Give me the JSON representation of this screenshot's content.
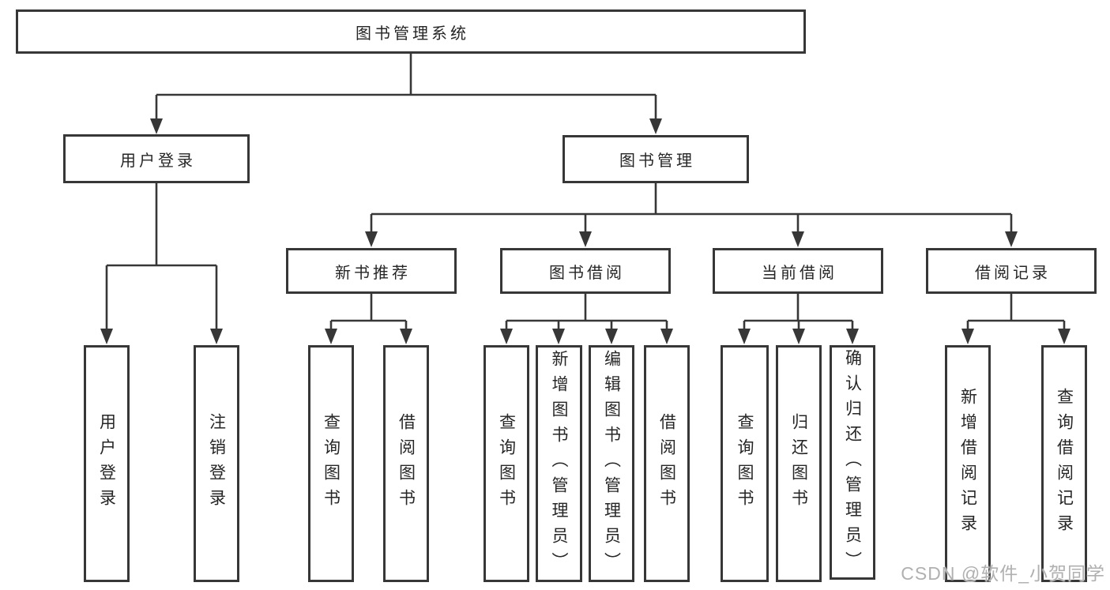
{
  "diagram_title": "图书管理系统",
  "tree": {
    "label": "图书管理系统",
    "children": [
      {
        "label": "用户登录",
        "children": [
          {
            "label": "用户登录"
          },
          {
            "label": "注销登录"
          }
        ]
      },
      {
        "label": "图书管理",
        "children": [
          {
            "label": "新书推荐",
            "children": [
              {
                "label": "查询图书"
              },
              {
                "label": "借阅图书"
              }
            ]
          },
          {
            "label": "图书借阅",
            "children": [
              {
                "label": "查询图书"
              },
              {
                "label": "新增图书（管理员）"
              },
              {
                "label": "编辑图书（管理员）"
              },
              {
                "label": "借阅图书"
              }
            ]
          },
          {
            "label": "当前借阅",
            "children": [
              {
                "label": "查询图书"
              },
              {
                "label": "归还图书"
              },
              {
                "label": "确认归还（管理员）"
              }
            ]
          },
          {
            "label": "借阅记录",
            "children": [
              {
                "label": "新增借阅记录"
              },
              {
                "label": "查询借阅记录"
              }
            ]
          }
        ]
      }
    ]
  },
  "watermark": "CSDN @软件_小贺同学",
  "colors": {
    "line": "#373737",
    "text": "#262626",
    "background": "#ffffff",
    "watermark": "#b0b0b0"
  }
}
